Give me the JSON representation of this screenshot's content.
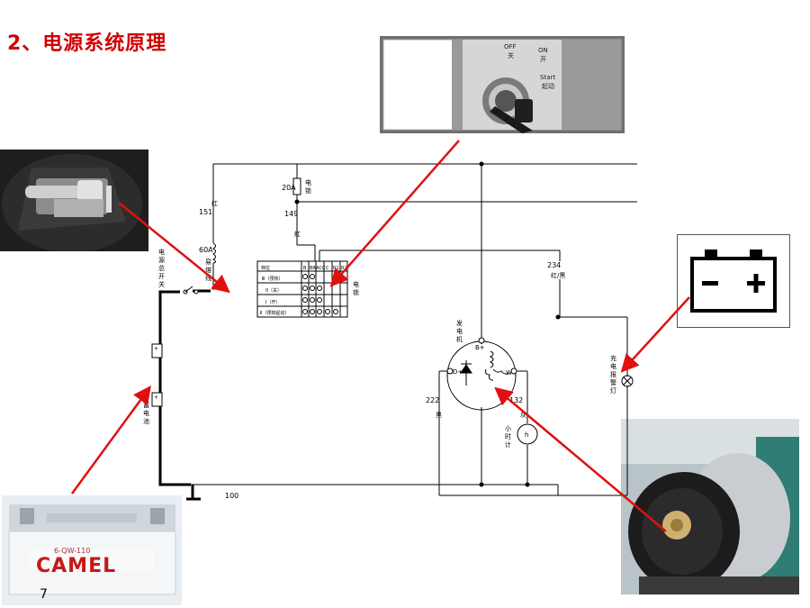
{
  "title": "2、电源系统原理",
  "page_number": "7",
  "key_switch_photo": {
    "off": "OFF",
    "off_cn": "关",
    "on": "ON",
    "on_cn": "开",
    "start": "Start",
    "start_cn": "起动"
  },
  "battery_photo": {
    "brand": "CAMEL",
    "model": "6-QW-110"
  },
  "labels": {
    "fuse_20a": "20A",
    "lock_top": "电锁",
    "wire_151": "151",
    "wire_149": "149",
    "red1": "红",
    "red2": "红",
    "fuse_60a": "60A",
    "fusible1": "易",
    "fusible2": "熔",
    "fusible3": "线",
    "master_switch": [
      "电",
      "源",
      "总",
      "开",
      "关"
    ],
    "battery": [
      "蓄",
      "电",
      "池"
    ],
    "wire_234": "234",
    "red_black": "红/黑",
    "generator": [
      "发",
      "电",
      "机"
    ],
    "b_plus": "B+",
    "d_plus": "D+",
    "w": "W",
    "wire_222": "222",
    "black": "黑",
    "wire_132": "132",
    "white": "灰",
    "hour_meter": [
      "小",
      "时",
      "计"
    ],
    "h": "h",
    "charge_lamp": [
      "充",
      "电",
      "报",
      "警",
      "灯"
    ],
    "wire_100": "100",
    "lock_side": [
      "电",
      "锁"
    ]
  },
  "switch_table": {
    "header": [
      "档位",
      "B",
      "BR",
      "ACC",
      "C",
      "R1",
      "R2"
    ],
    "rows": [
      "Ⅲ（预热）",
      "0（关）",
      "Ⅰ（开）",
      "Ⅱ（预热起动）"
    ]
  },
  "colors": {
    "title": "#d00000",
    "arrow": "#e01010",
    "wire": "#000000"
  }
}
